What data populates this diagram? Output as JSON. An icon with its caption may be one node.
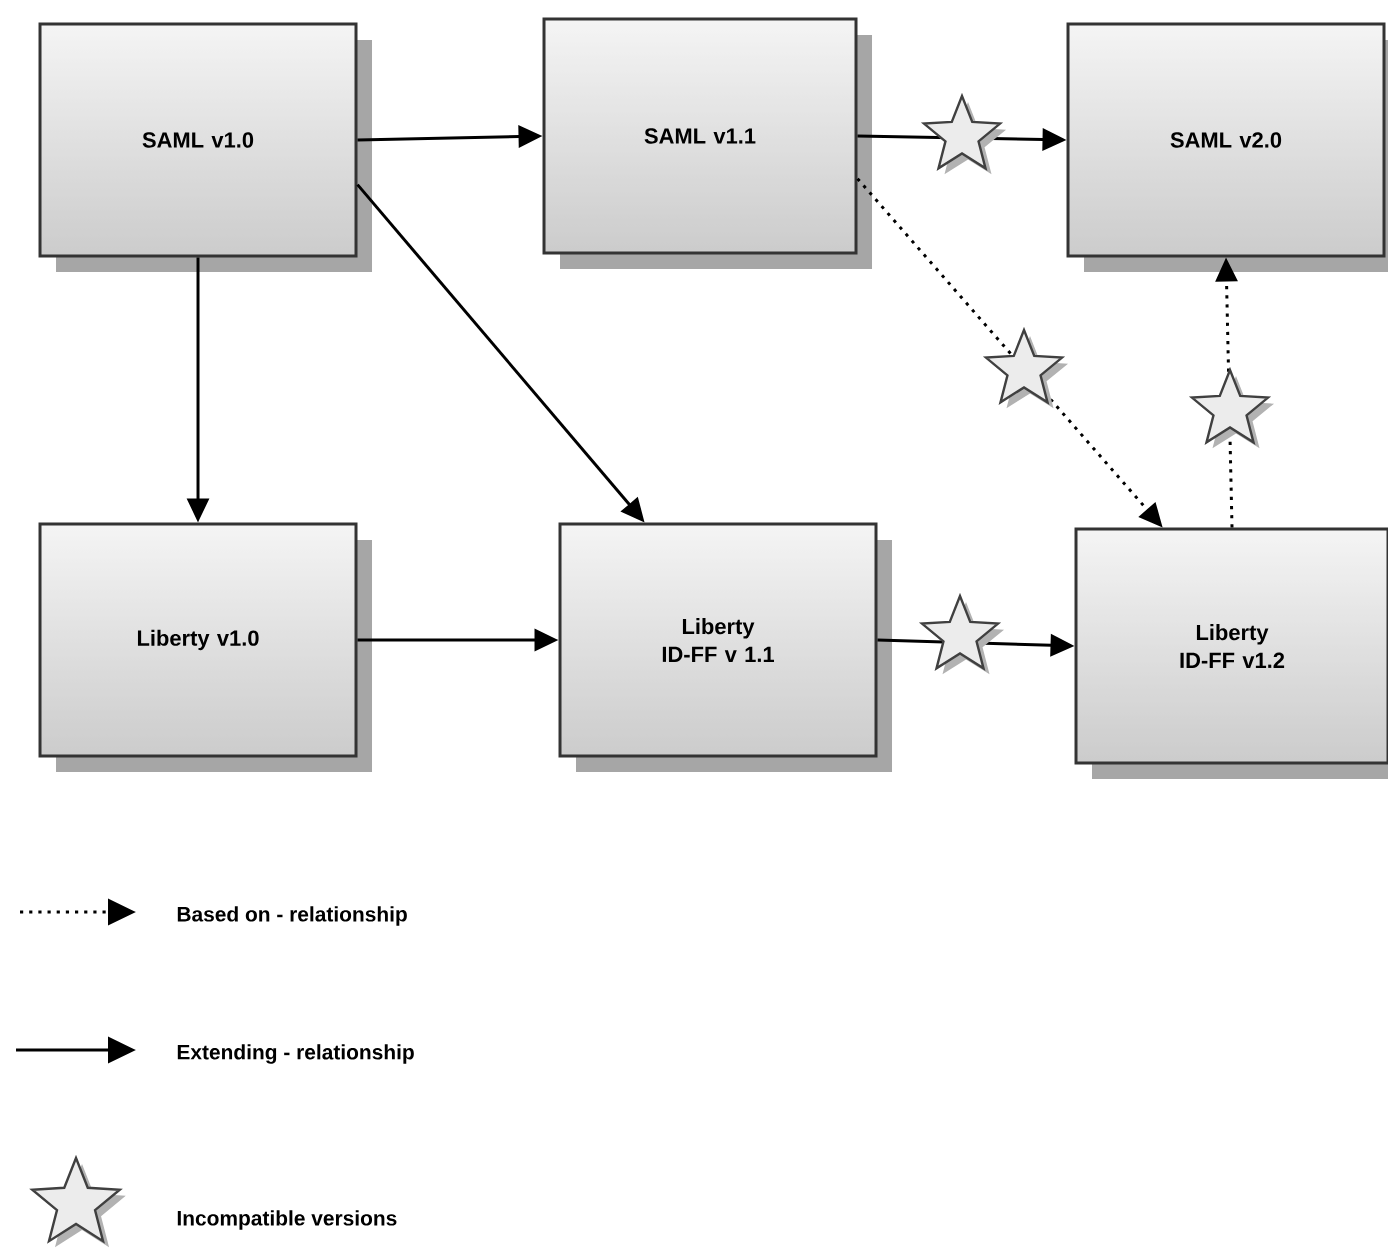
{
  "diagram": {
    "nodes": [
      {
        "text": [
          "SAML v1.0"
        ]
      },
      {
        "text": [
          "SAML v1.1"
        ]
      },
      {
        "text": [
          "SAML v2.0"
        ]
      },
      {
        "text": [
          "Liberty v1.0"
        ]
      },
      {
        "text": [
          "Liberty ID-FF v 1.1"
        ]
      },
      {
        "text": [
          "Liberty ID-FF v1.2"
        ]
      }
    ],
    "edges": [
      {
        "from": 0,
        "to": 1,
        "arrow": "to"
      },
      {
        "from": 0,
        "to": 3,
        "arrow": "to"
      },
      {
        "from": 0,
        "to": 4,
        "arrow": "to"
      },
      {
        "from": 1,
        "to": 2,
        "arrow": "to"
      },
      {
        "from": 1,
        "to": 5,
        "arrow": "to",
        "style": "dashed"
      },
      {
        "from": 3,
        "to": 4,
        "arrow": "to"
      },
      {
        "from": 4,
        "to": 5,
        "arrow": "to"
      },
      {
        "from": 5,
        "to": 2,
        "arrow": "to",
        "style": "dashed"
      }
    ],
    "legend": [
      {
        "text": "Based on - relationship"
      },
      {
        "text": "Extending - relationship"
      },
      {
        "text": "Incompatible versions"
      }
    ]
  }
}
